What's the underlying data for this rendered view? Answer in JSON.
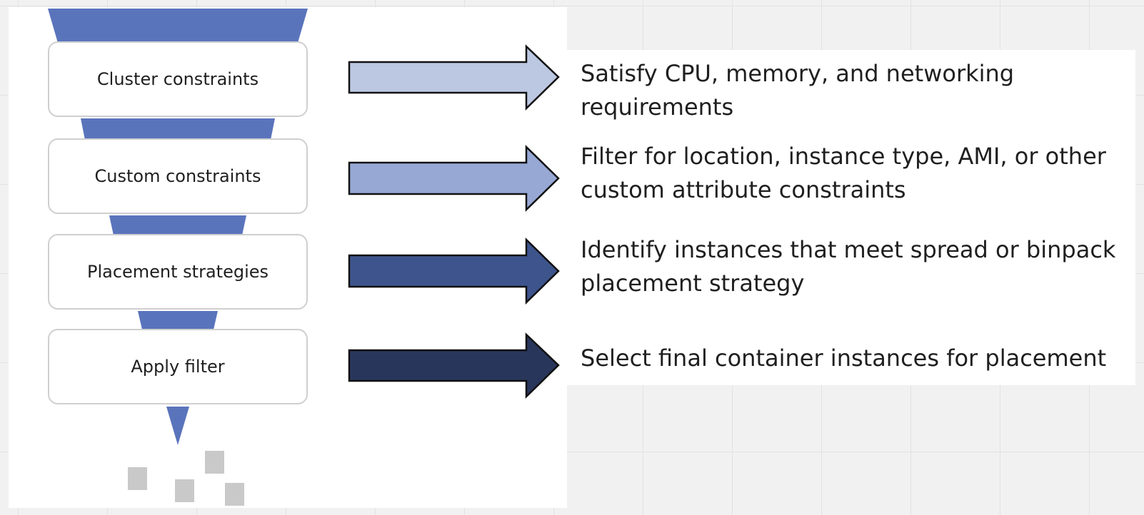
{
  "stages": [
    {
      "label": "Cluster constraints",
      "description": "Satisfy CPU, memory, and networking\nrequirements",
      "arrow_color": "#bcc8e2"
    },
    {
      "label": "Custom constraints",
      "description": "Filter for location, instance type, AMI, or other\ncustom attribute constraints",
      "arrow_color": "#97a8d5"
    },
    {
      "label": "Placement strategies",
      "description": "Identify instances that meet spread or binpack\nplacement strategy",
      "arrow_color": "#3e548d"
    },
    {
      "label": "Apply filter",
      "description": "Select final container instances for placement",
      "arrow_color": "#29365c"
    }
  ],
  "colors": {
    "funnel": "#5a74bc",
    "box_border": "#cfcfcf",
    "result_square": "#c9c9c9",
    "arrow_outline": "#111111"
  },
  "icons": {
    "funnel": "funnel-shape",
    "arrow": "right-arrow",
    "result": "gray-square"
  }
}
